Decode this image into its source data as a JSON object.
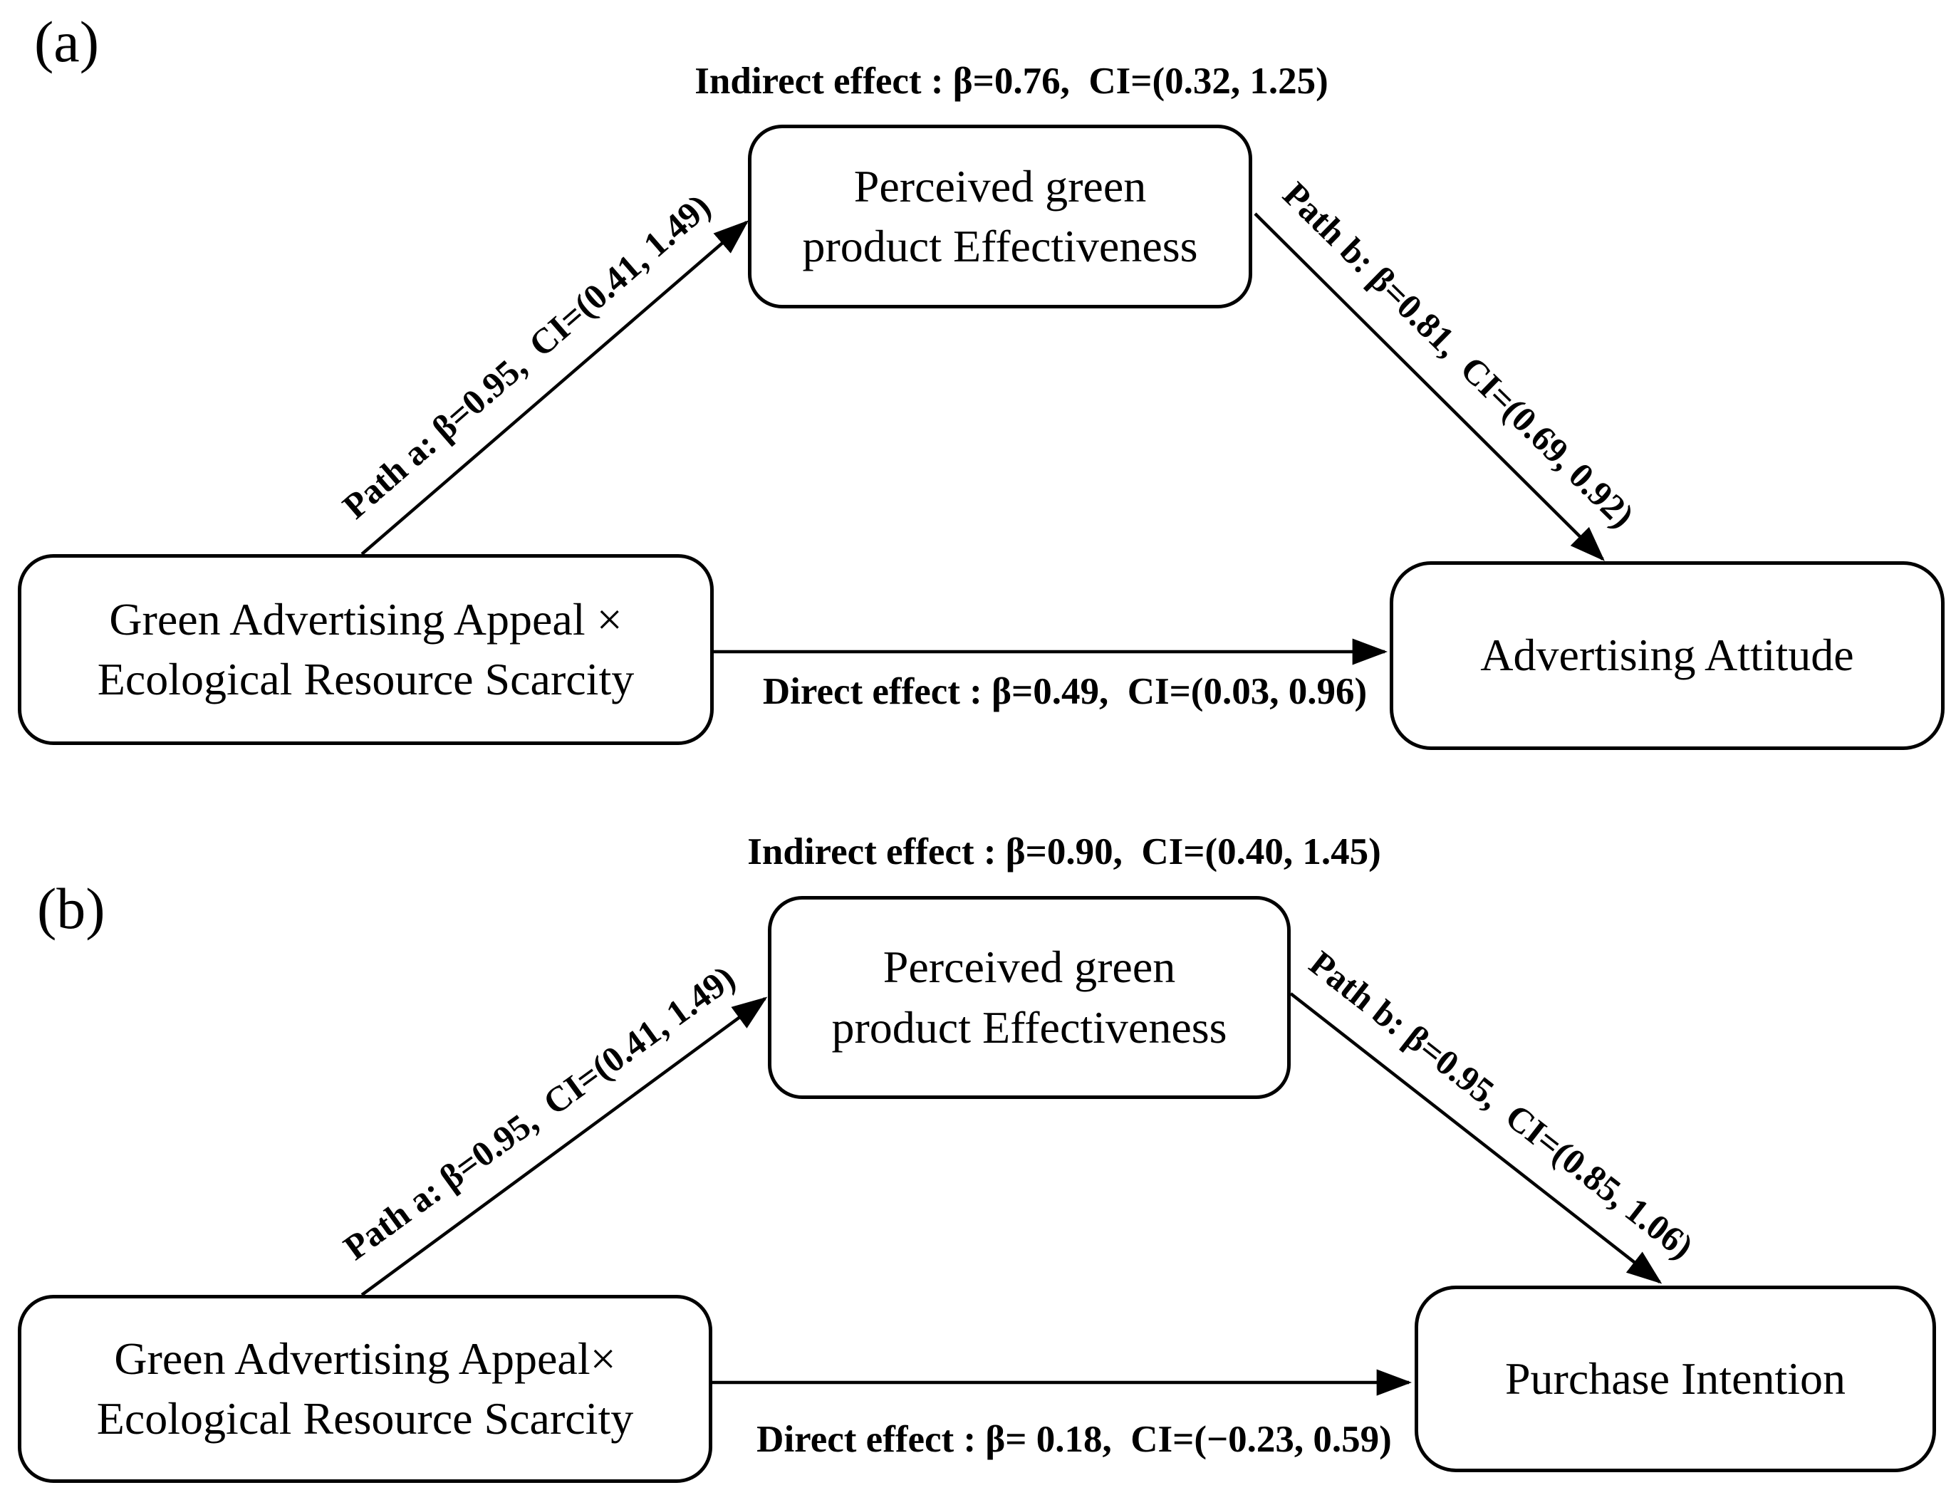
{
  "colors": {
    "ink": "#000000",
    "background": "#ffffff"
  },
  "panels": [
    {
      "label": "(a)",
      "indirect_effect_label": "Indirect effect : β=0.76,  CI=(0.32, 1.25)",
      "path_a_label": "Path a: β=0.95,  CI=(0.41, 1.49)",
      "path_b_label": "Path b: β=0.81,  CI=(0.69, 0.92)",
      "direct_effect_label": "Direct effect : β=0.49,  CI=(0.03, 0.96)",
      "predictor_box": "Green Advertising Appeal ×\nEcological Resource Scarcity",
      "mediator_box": "Perceived green\nproduct Effectiveness",
      "outcome_box": "Advertising Attitude"
    },
    {
      "label": "(b)",
      "indirect_effect_label": "Indirect effect : β=0.90,  CI=(0.40, 1.45)",
      "path_a_label": "Path a: β=0.95,  CI=(0.41, 1.49)",
      "path_b_label": "Path b: β=0.95,  CI=(0.85, 1.06)",
      "direct_effect_label": "Direct effect : β= 0.18,  CI=(−0.23, 0.59)",
      "predictor_box": "Green Advertising Appeal×\nEcological Resource Scarcity",
      "mediator_box": "Perceived green\nproduct Effectiveness",
      "outcome_box": "Purchase Intention"
    }
  ]
}
